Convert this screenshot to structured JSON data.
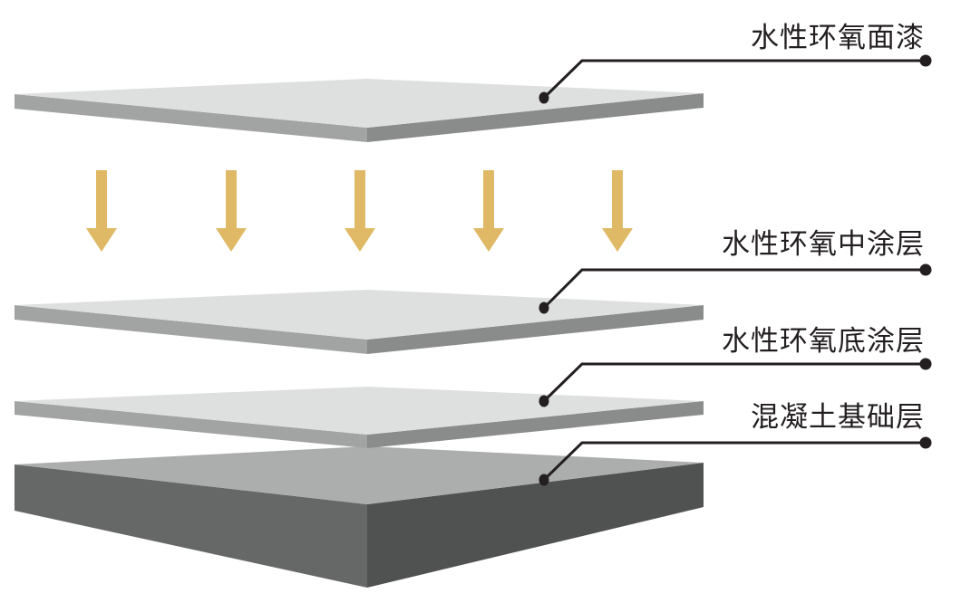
{
  "title": "Waterborne epoxy floor coating layer structure",
  "colors": {
    "arrow": "#dfb965",
    "plate_top": "#dedfdf",
    "plate_side_left": "#a2a3a3",
    "plate_side_right": "#8a8b8b",
    "base_top": "#acadad",
    "base_side_left": "#666767",
    "base_side_right": "#505151",
    "leader": "#231f20"
  },
  "arrows": {
    "count": 5,
    "direction": "down"
  },
  "layers": [
    {
      "id": "topcoat",
      "label": "水性环氧面漆"
    },
    {
      "id": "middle-coat",
      "label": "水性环氧中涂层"
    },
    {
      "id": "primer",
      "label": "水性环氧底涂层"
    },
    {
      "id": "concrete-base",
      "label": "混凝土基础层"
    }
  ]
}
